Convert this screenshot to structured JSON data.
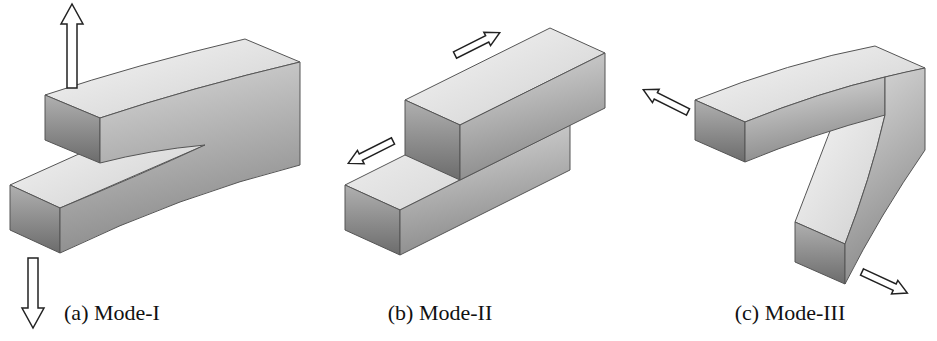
{
  "diagram": {
    "labels": [
      "(a) Mode-I",
      "(b) Mode-II",
      "(c) Mode-III"
    ]
  }
}
